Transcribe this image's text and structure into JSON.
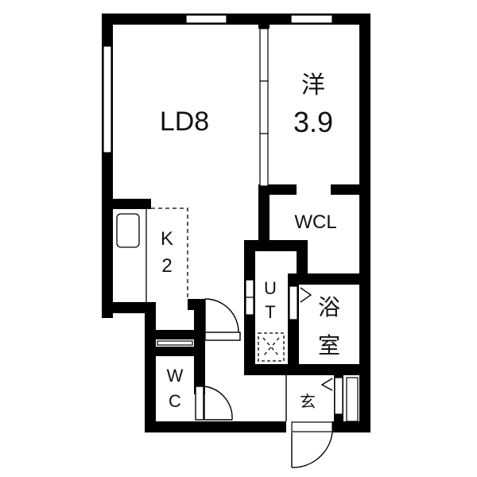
{
  "floorplan": {
    "rooms": [
      {
        "id": "ld",
        "label": "LD8",
        "type": "Living Dining",
        "size_jo": 8
      },
      {
        "id": "western",
        "label_line1": "洋",
        "label_line2": "3.9",
        "type": "Western room",
        "size_jo": 3.9
      },
      {
        "id": "wcl",
        "label": "WCL",
        "type": "Walk-in closet"
      },
      {
        "id": "kitchen",
        "label_line1": "K",
        "label_line2": "2",
        "type": "Kitchen",
        "size_jo": 2
      },
      {
        "id": "ut",
        "label_line1": "U",
        "label_line2": "T",
        "type": "Utility"
      },
      {
        "id": "bath",
        "label_line1": "浴",
        "label_line2": "室",
        "type": "Bathroom"
      },
      {
        "id": "wc",
        "label_line1": "W",
        "label_line2": "C",
        "type": "Toilet"
      },
      {
        "id": "entrance",
        "label": "玄",
        "type": "Entrance"
      }
    ],
    "colors": {
      "wall": "#000000",
      "background": "#ffffff",
      "line": "#000000"
    }
  }
}
